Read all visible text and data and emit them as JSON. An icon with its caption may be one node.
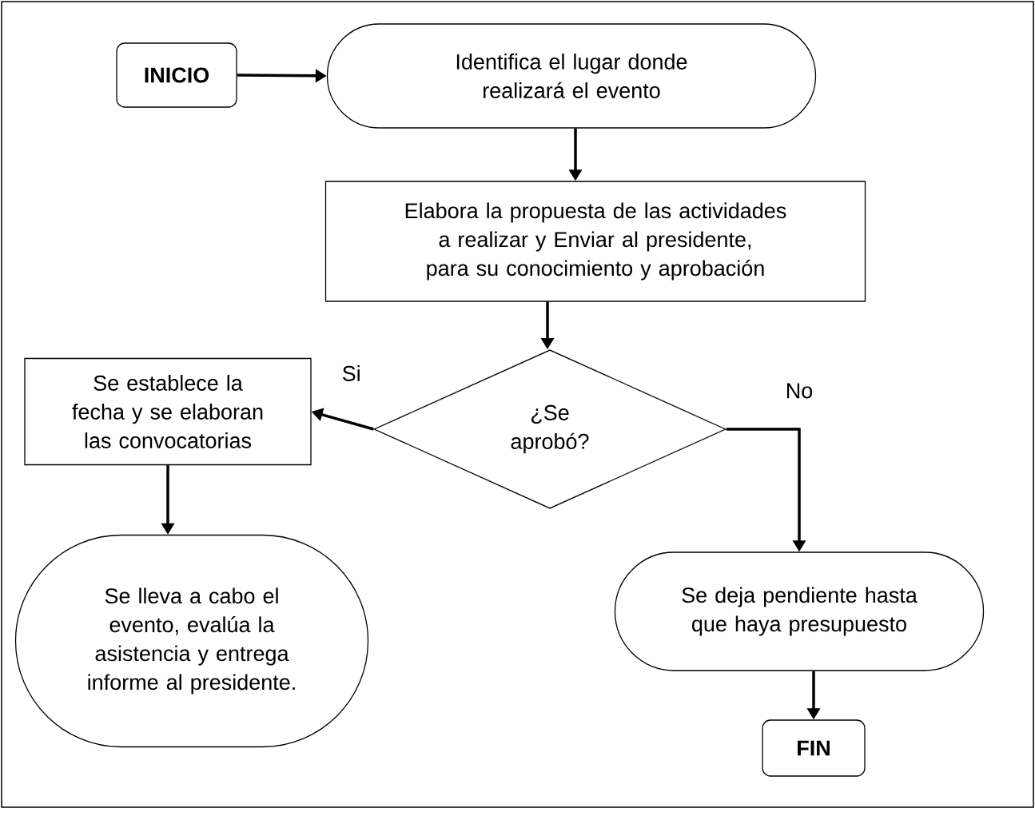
{
  "diagram": {
    "nodes": [
      {
        "text": [
          "INICIO"
        ]
      },
      {
        "text": [
          "Identifica el lugar donde realizará el evento"
        ]
      },
      {
        "text": [
          "Elabora la propuesta de las actividades a realizar y Enviar al presidente, para su conocimiento y aprobación"
        ]
      },
      {
        "text": [
          "¿Se aprobó?"
        ]
      },
      {
        "text": [
          "Se establece la fecha y se elaboran las convocatorias"
        ]
      },
      {
        "text": [
          "Se lleva a cabo el evento, evalúa la asistencia y entrega informe al presidente."
        ]
      },
      {
        "text": [
          "Se deja pendiente hasta que haya presupuesto"
        ]
      },
      {
        "text": [
          "FIN"
        ]
      }
    ],
    "edges": [
      {
        "from": 0,
        "to": 1,
        "arrow": "to"
      },
      {
        "from": 1,
        "to": 2,
        "arrow": "to"
      },
      {
        "from": 2,
        "to": 3,
        "arrow": "to"
      },
      {
        "from": 3,
        "to": 4,
        "arrow": "to",
        "label": "Si"
      },
      {
        "from": 4,
        "to": 5,
        "arrow": "to"
      },
      {
        "from": 3,
        "to": 6,
        "arrow": "to",
        "label": "No"
      },
      {
        "from": 6,
        "to": 7,
        "arrow": "to"
      }
    ]
  }
}
